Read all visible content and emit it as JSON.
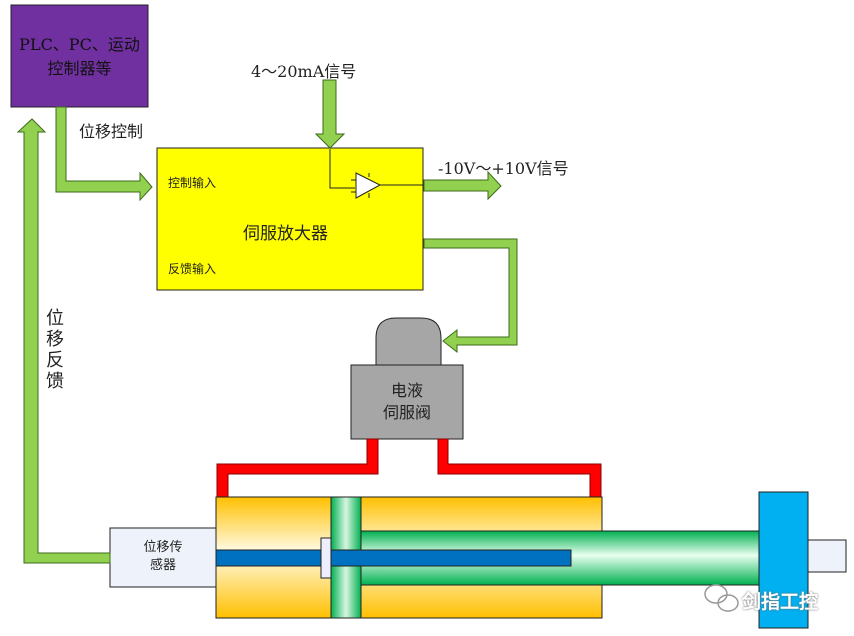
{
  "controller": {
    "line1": "PLC、PC、运动",
    "line2": "控制器等",
    "color": "#7030a0"
  },
  "labels": {
    "position_control": "位移控制",
    "input_signal": "4～20mA信号",
    "output_signal": "-10V～+10V信号",
    "position_feedback": [
      "位",
      "移",
      "反",
      "馈"
    ]
  },
  "amplifier": {
    "title": "伺服放大器",
    "control_input": "控制输入",
    "feedback_input": "反馈输入",
    "color": "#ffff00"
  },
  "valve": {
    "line1": "电液",
    "line2": "伺服阀",
    "color": "#a6a6a6"
  },
  "sensor": {
    "line1": "位移传",
    "line2": "感器"
  },
  "watermark": "剑指工控",
  "colors": {
    "signal_arrow": "#92d050",
    "hydraulic_pipe": "#ff0000",
    "cylinder": "#ffc000",
    "piston": "#00b050",
    "rod_core": "#0070c0",
    "load_plate": "#00b0f0"
  }
}
